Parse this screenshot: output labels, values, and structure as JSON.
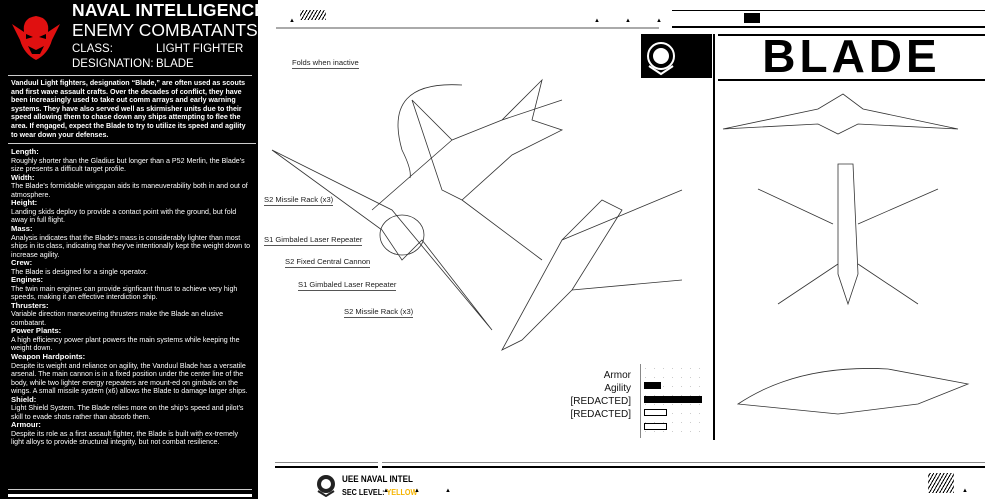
{
  "header": {
    "title": "NAVAL INTELLIGENCE",
    "subtitle": "ENEMY COMBATANTS",
    "class_label": "CLASS:",
    "class_value": "LIGHT FIGHTER",
    "designation_label": "DESIGNATION:",
    "designation_value": "BLADE"
  },
  "intro": "Vanduul Light fighters, designation “Blade,” are often used as scouts and first wave assault crafts. Over the decades of conflict, they have been increasingly used to take out comm arrays and early warning systems. They have also served well as skirmisher units due to  their speed allowing them to chase down any ships attempting to flee the area. If engaged, expect the Blade to try to utilize its speed and agility to wear down your defenses.",
  "specs": [
    {
      "title": "Length:",
      "text": "Roughly shorter than the Gladius but longer than a P52 Merlin, the Blade's size presents a difficult target profile."
    },
    {
      "title": "Width:",
      "text": "The Blade's formidable wingspan aids its maneuverability both in and out of atmosphere."
    },
    {
      "title": "Height:",
      "text": "Landing skids deploy to provide a contact point with the ground, but fold away in full flight."
    },
    {
      "title": "Mass:",
      "text": "Analysis indicates that the Blade's mass is considerably lighter than most ships in its class, indicating that they've intentionally kept the weight down to increase agility."
    },
    {
      "title": "Crew:",
      "text": "The Blade is designed for a single operator."
    },
    {
      "title": "Engines:",
      "text": "The twin main engines can provide signficant thrust to achieve very high speeds, making it an effective interdiction ship."
    },
    {
      "title": "Thrusters:",
      "text": " Variable direction maneuvering thrusters make the Blade an elusive combatant."
    },
    {
      "title": "Power Plants:",
      "text": "A high efficiency power plant powers the main systems while keeping the weight down."
    },
    {
      "title": "Weapon Hardpoints:",
      "text": "Despite its weight and reliance on agility, the Vanduul Blade has a versatile arsenal. The main cannon is in a fixed position under the center line of the body, while two lighter energy repeaters are mount-ed on gimbals on the wings. A small missile system (x6) allows the Blade to damage larger ships."
    },
    {
      "title": "Shield:",
      "text": "Light Shield System. The Blade relies more on the ship's speed and pilot's skill to evade shots rather than absorb them."
    },
    {
      "title": "Armour:",
      "text": "Despite its role as a first assault fighter, the Blade is built with ex-tremely light alloys to provide structural integrity, but not combat  resilience."
    }
  ],
  "ship_name": "BLADE",
  "callouts": {
    "folds": "Folds when inactive",
    "missile1": "S2 Missile Rack (x3)",
    "laser1": "S1 Gimbaled Laser Repeater",
    "cannon": "S2 Fixed Central Cannon",
    "laser2": "S1 Gimbaled Laser Repeater",
    "missile2": "S2 Missile Rack (x3)"
  },
  "stats": [
    {
      "label": "Armor",
      "value": 0.3,
      "filled": true
    },
    {
      "label": "Agility",
      "value": 1.0,
      "filled": true
    },
    {
      "label": "[REDACTED]",
      "value": 0.4,
      "filled": false
    },
    {
      "label": "[REDACTED]",
      "value": 0.4,
      "filled": false
    }
  ],
  "footer": {
    "org": "UEE NAVAL INTEL",
    "sec_label": "SEC LEVEL: ",
    "sec_value": "YELLOW",
    "sec_color": "#f5b400"
  },
  "colors": {
    "emblem_red": "#e01010"
  }
}
